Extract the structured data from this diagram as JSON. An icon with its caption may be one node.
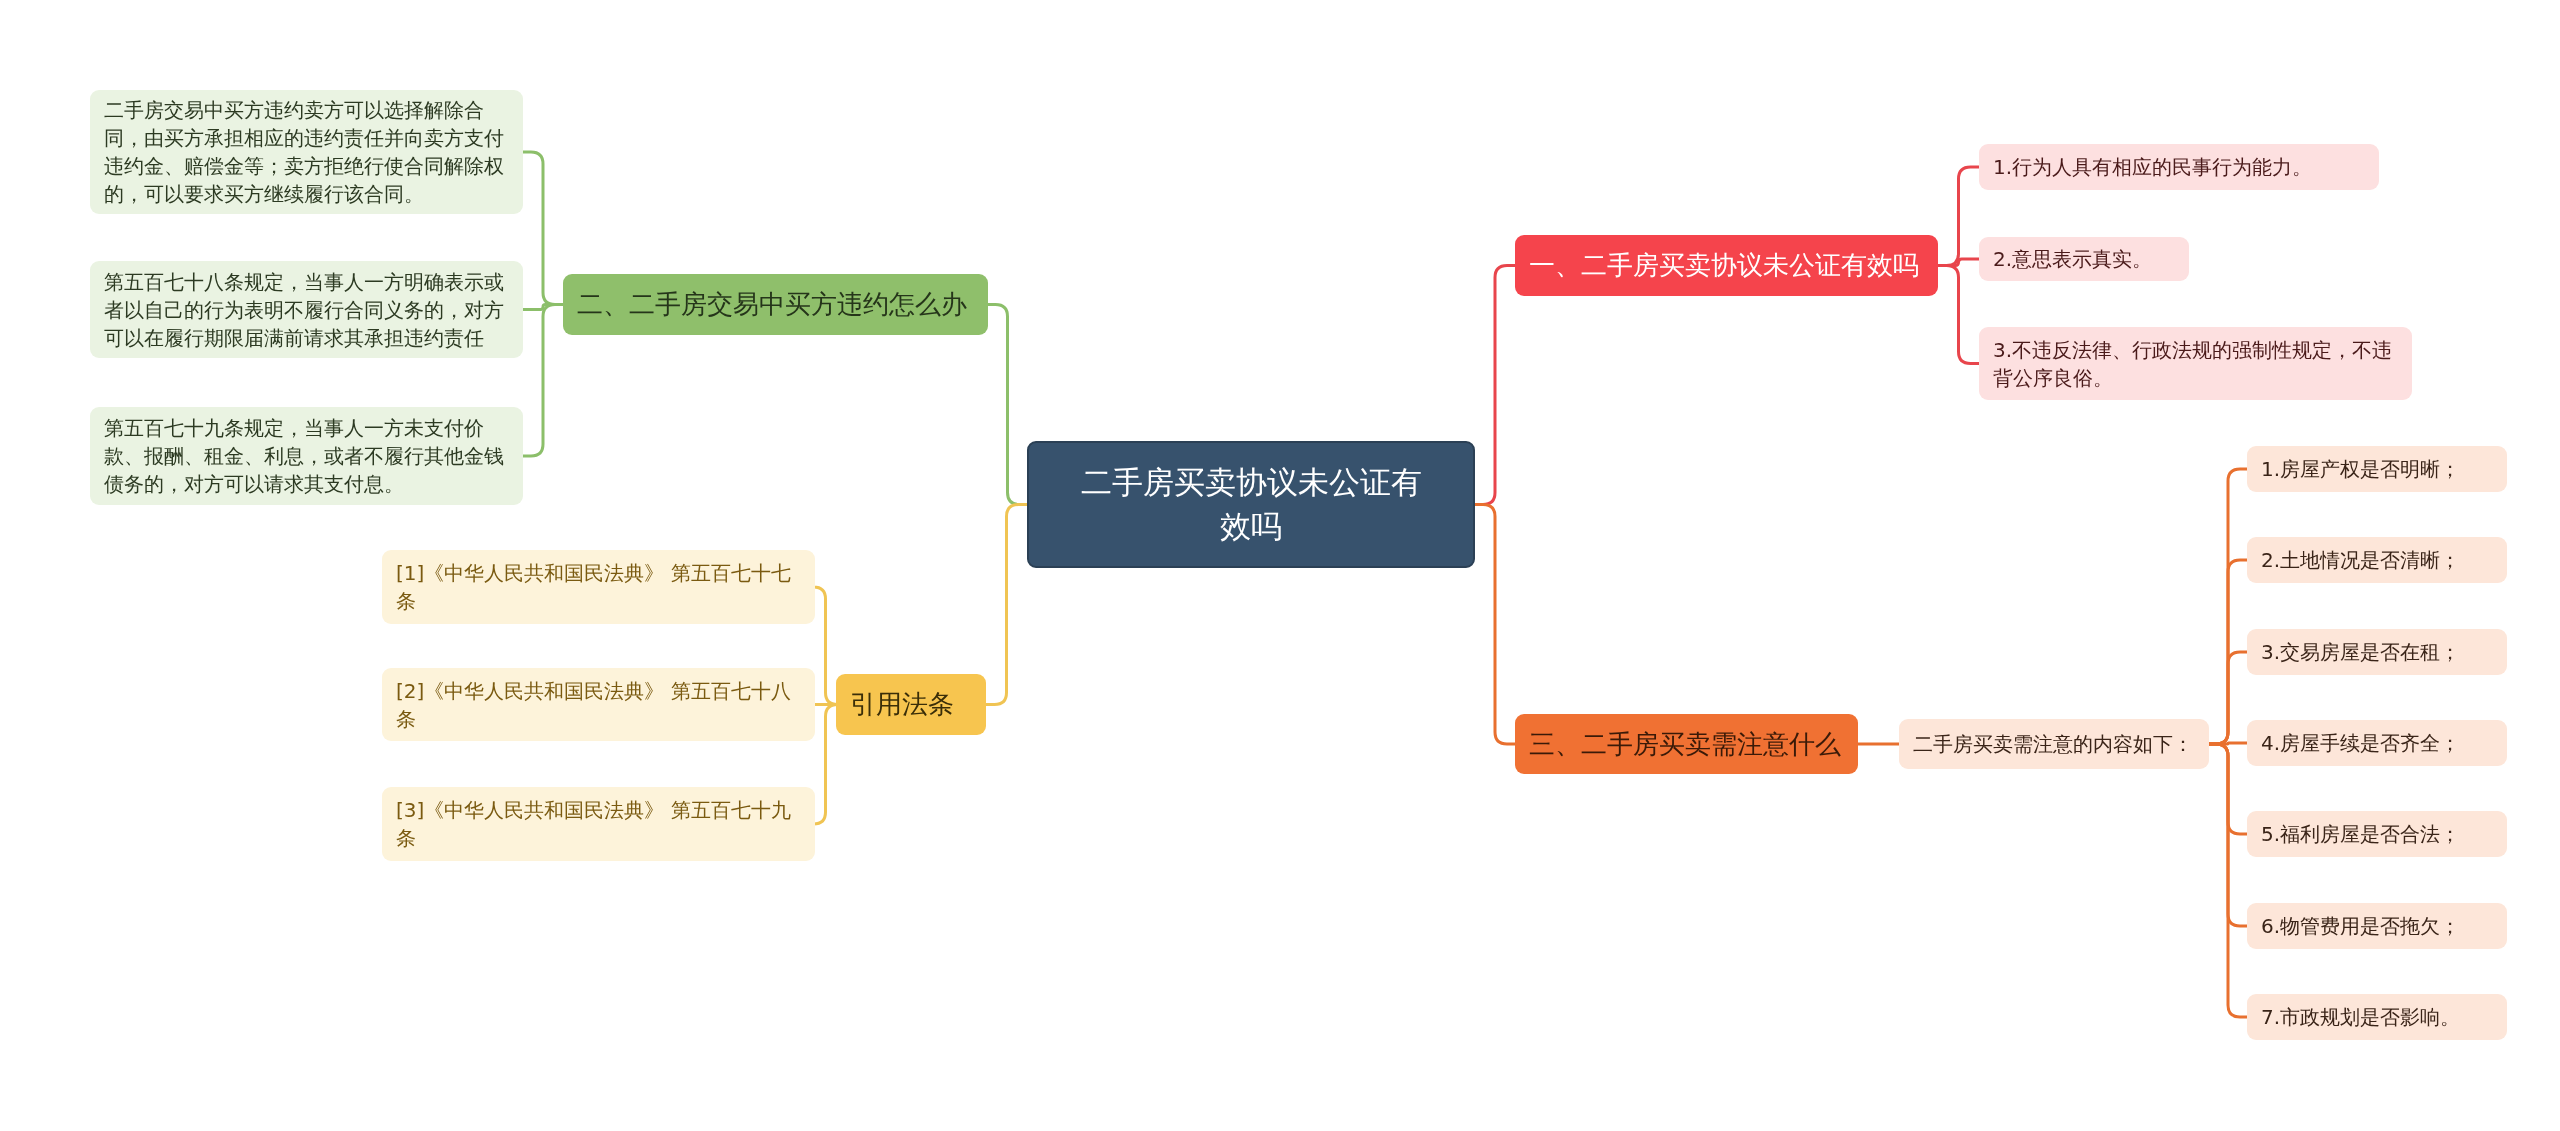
{
  "diagram": {
    "nodes": [
      {
        "text": [
          "二手房买卖协议未公证有效吗"
        ]
      },
      {
        "text": [
          "一、二手房买卖协议未公证有效吗"
        ]
      },
      {
        "text": [
          "1.行为人具有相应的民事行为能力。"
        ]
      },
      {
        "text": [
          "2.意思表示真实。"
        ]
      },
      {
        "text": [
          "3.不违反法律、行政法规的强制性规定，不违背公序良俗。"
        ]
      },
      {
        "text": [
          "三、二手房买卖需注意什么"
        ]
      },
      {
        "text": [
          "二手房买卖需注意的内容如下："
        ]
      },
      {
        "text": [
          "1.房屋产权是否明晰；"
        ]
      },
      {
        "text": [
          "2.土地情况是否清晰；"
        ]
      },
      {
        "text": [
          "3.交易房屋是否在租；"
        ]
      },
      {
        "text": [
          "4.房屋手续是否齐全；"
        ]
      },
      {
        "text": [
          "5.福利房屋是否合法；"
        ]
      },
      {
        "text": [
          "6.物管费用是否拖欠；"
        ]
      },
      {
        "text": [
          "7.市政规划是否影响。"
        ]
      },
      {
        "text": [
          "二、二手房交易中买方违约怎么办"
        ]
      },
      {
        "text": [
          "二手房交易中买方违约卖方可以选择解除合同，由买方承担相应的违约责任并向卖方支付违约金、赔偿金等；卖方拒绝行使合同解除权的，可以要求买方继续履行该合同。"
        ]
      },
      {
        "text": [
          "第五百七十八条规定，当事人一方明确表示或者以自己的行为表明不履行合同义务的，对方可以在履行期限届满前请求其承担违约责任"
        ]
      },
      {
        "text": [
          "第五百七十九条规定，当事人一方未支付价款、报酬、租金、利息，或者不履行其他金钱债务的，对方可以请求其支付息。"
        ]
      },
      {
        "text": [
          "引用法条"
        ]
      },
      {
        "text": [
          "[1]《中华人民共和国民法典》 第五百七十七条"
        ]
      },
      {
        "text": [
          "[2]《中华人民共和国民法典》 第五百七十八条"
        ]
      },
      {
        "text": [
          "[3]《中华人民共和国民法典》 第五百七十九条"
        ]
      }
    ],
    "edges": [
      {
        "from": 0,
        "to": 1,
        "arrow": "none",
        "color": "#e8454c"
      },
      {
        "from": 1,
        "to": 2,
        "arrow": "none",
        "color": "#e8454c"
      },
      {
        "from": 1,
        "to": 3,
        "arrow": "none",
        "color": "#e8454c"
      },
      {
        "from": 1,
        "to": 4,
        "arrow": "none",
        "color": "#e8454c"
      },
      {
        "from": 0,
        "to": 5,
        "arrow": "none"
      },
      {
        "from": 5,
        "to": 6,
        "arrow": "none"
      },
      {
        "from": 6,
        "to": 7,
        "arrow": "none"
      },
      {
        "from": 6,
        "to": 8,
        "arrow": "none"
      },
      {
        "from": 6,
        "to": 9,
        "arrow": "none"
      },
      {
        "from": 6,
        "to": 10,
        "arrow": "none"
      },
      {
        "from": 6,
        "to": 11,
        "arrow": "none"
      },
      {
        "from": 6,
        "to": 12,
        "arrow": "none"
      },
      {
        "from": 6,
        "to": 13,
        "arrow": "none"
      },
      {
        "from": 0,
        "to": 14,
        "arrow": "none",
        "color": "#8cbf6a"
      },
      {
        "from": 14,
        "to": 15,
        "arrow": "none",
        "color": "#8cbf6a"
      },
      {
        "from": 14,
        "to": 16,
        "arrow": "none",
        "color": "#8cbf6a"
      },
      {
        "from": 14,
        "to": 17,
        "arrow": "none",
        "color": "#8cbf6a"
      },
      {
        "from": 0,
        "to": 18,
        "arrow": "none",
        "color": "#f0c453"
      },
      {
        "from": 18,
        "to": 19,
        "arrow": "none",
        "color": "#f0c453"
      },
      {
        "from": 18,
        "to": 20,
        "arrow": "none",
        "color": "#f0c453"
      },
      {
        "from": 18,
        "to": 21,
        "arrow": "none",
        "color": "#f0c453"
      }
    ]
  }
}
